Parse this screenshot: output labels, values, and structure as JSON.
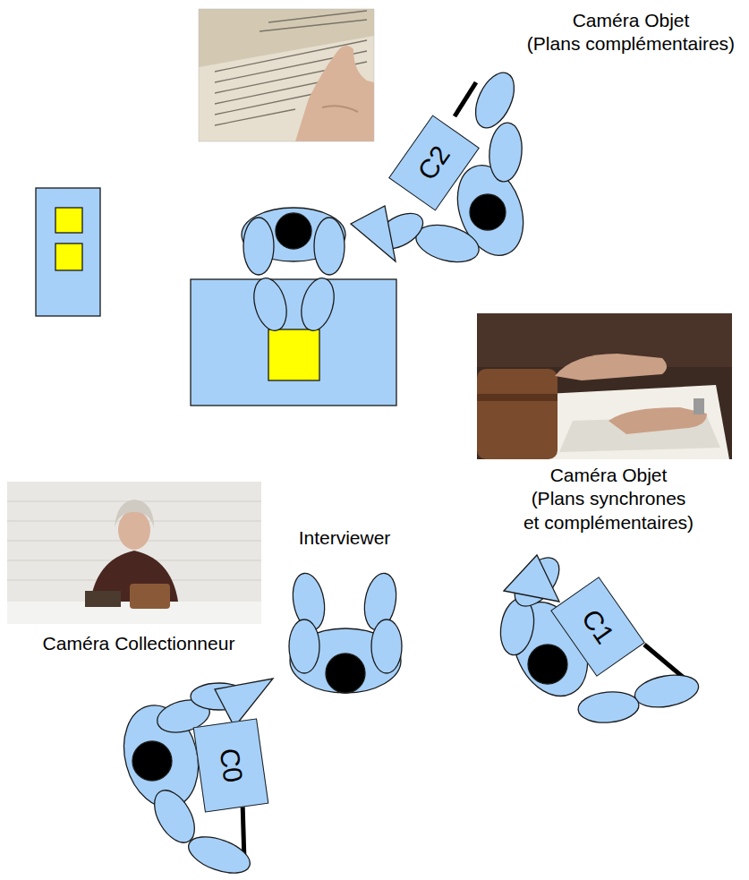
{
  "diagram": {
    "nodes": [
      {
        "text": [
          "C2"
        ]
      },
      {
        "text": [
          "C1"
        ]
      },
      {
        "text": [
          "C0"
        ]
      }
    ],
    "labels": [
      "Caméra Objet (Plans complémentaires)",
      "Caméra Objet (Plans synchrones et complémentaires)",
      "Interviewer",
      "Caméra Collectionneur"
    ]
  }
}
